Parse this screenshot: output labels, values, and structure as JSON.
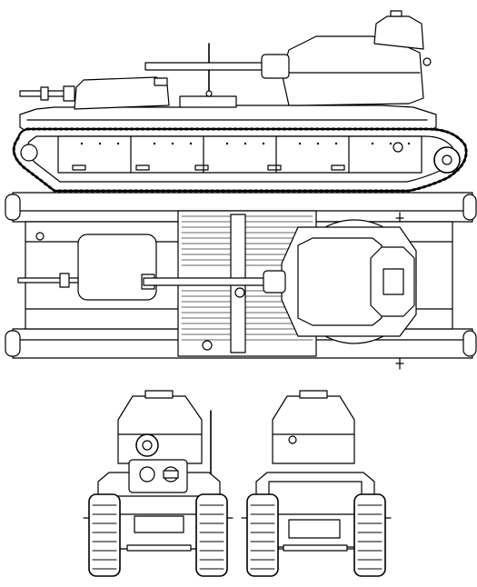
{
  "drawing": {
    "subject": "heavy-tank-technical-drawing",
    "views": {
      "side": "side-view",
      "top": "top-view",
      "front": "front-view",
      "rear": "rear-view"
    },
    "line_color": "#000000",
    "fill_color": "#ffffff",
    "hatch_color": "#333333"
  }
}
